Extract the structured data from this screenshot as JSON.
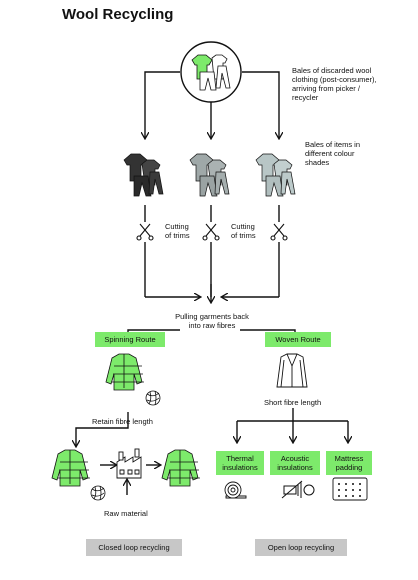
{
  "title": "Wool Recycling",
  "labels": {
    "bales_discarded": "Bales of discarded wool clothing (post-consumer), arriving from picker / recycler",
    "bales_colour": "Bales of items in different colour shades",
    "cutting_1": "Cutting of trims",
    "cutting_2": "Cutting of trims",
    "pulling": "Pulling garments back into raw fibres",
    "spinning_route": "Spinning Route",
    "woven_route": "Woven Route",
    "retain_fibre": "Retain fibre length",
    "short_fibre": "Short fibre length",
    "raw_material": "Raw material",
    "thermal": "Thermal insulations",
    "acoustic": "Acoustic insulations",
    "mattress": "Mattress padding",
    "closed_loop": "Closed loop recycling",
    "open_loop": "Open loop recycling"
  },
  "colors": {
    "green": "#7dea6b",
    "gray": "#c7c7c7",
    "dark_garment": "#333333",
    "gray_garment": "#9fa8a8",
    "light_garment": "#b8c6c6"
  }
}
